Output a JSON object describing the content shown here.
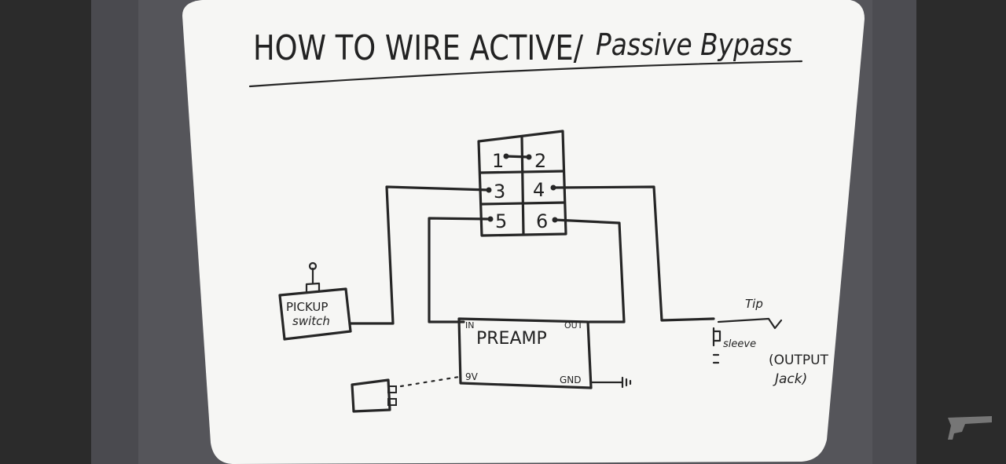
{
  "title_main": "HOW TO WIRE ACTIVE/",
  "title_tail": "Passive Bypass",
  "switch_terminals": [
    "1",
    "2",
    "3",
    "4",
    "5",
    "6"
  ],
  "pickup_switch": {
    "line1": "PICKUP",
    "line2": "switch"
  },
  "preamp": {
    "title": "PREAMP",
    "in": "IN",
    "out": "OUT",
    "nine_v": "9V",
    "gnd": "GND"
  },
  "output_jack": {
    "tip": "Tip",
    "sleeve": "sleeve",
    "line1": "(OUTPUT",
    "line2": "Jack)"
  },
  "colors": {
    "board": "#f6f6f4",
    "ink": "#262626",
    "backdrop": "#55555a"
  }
}
